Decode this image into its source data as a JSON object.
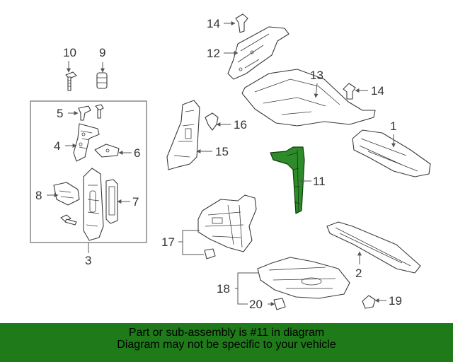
{
  "callouts": {
    "c1": "1",
    "c2": "2",
    "c3": "3",
    "c4": "4",
    "c5": "5",
    "c6": "6",
    "c7": "7",
    "c8": "8",
    "c9": "9",
    "c10": "10",
    "c11": "11",
    "c12": "12",
    "c13": "13",
    "c14a": "14",
    "c14b": "14",
    "c15": "15",
    "c16": "16",
    "c17": "17",
    "c18": "18",
    "c19": "19",
    "c20": "20"
  },
  "highlight": {
    "part": "11",
    "color": "#2e8b2a"
  },
  "banner": {
    "line1": "Part or sub-assembly is #11 in diagram",
    "line2": "Diagram may not be specific to your vehicle",
    "color": "#1f7a1a"
  }
}
